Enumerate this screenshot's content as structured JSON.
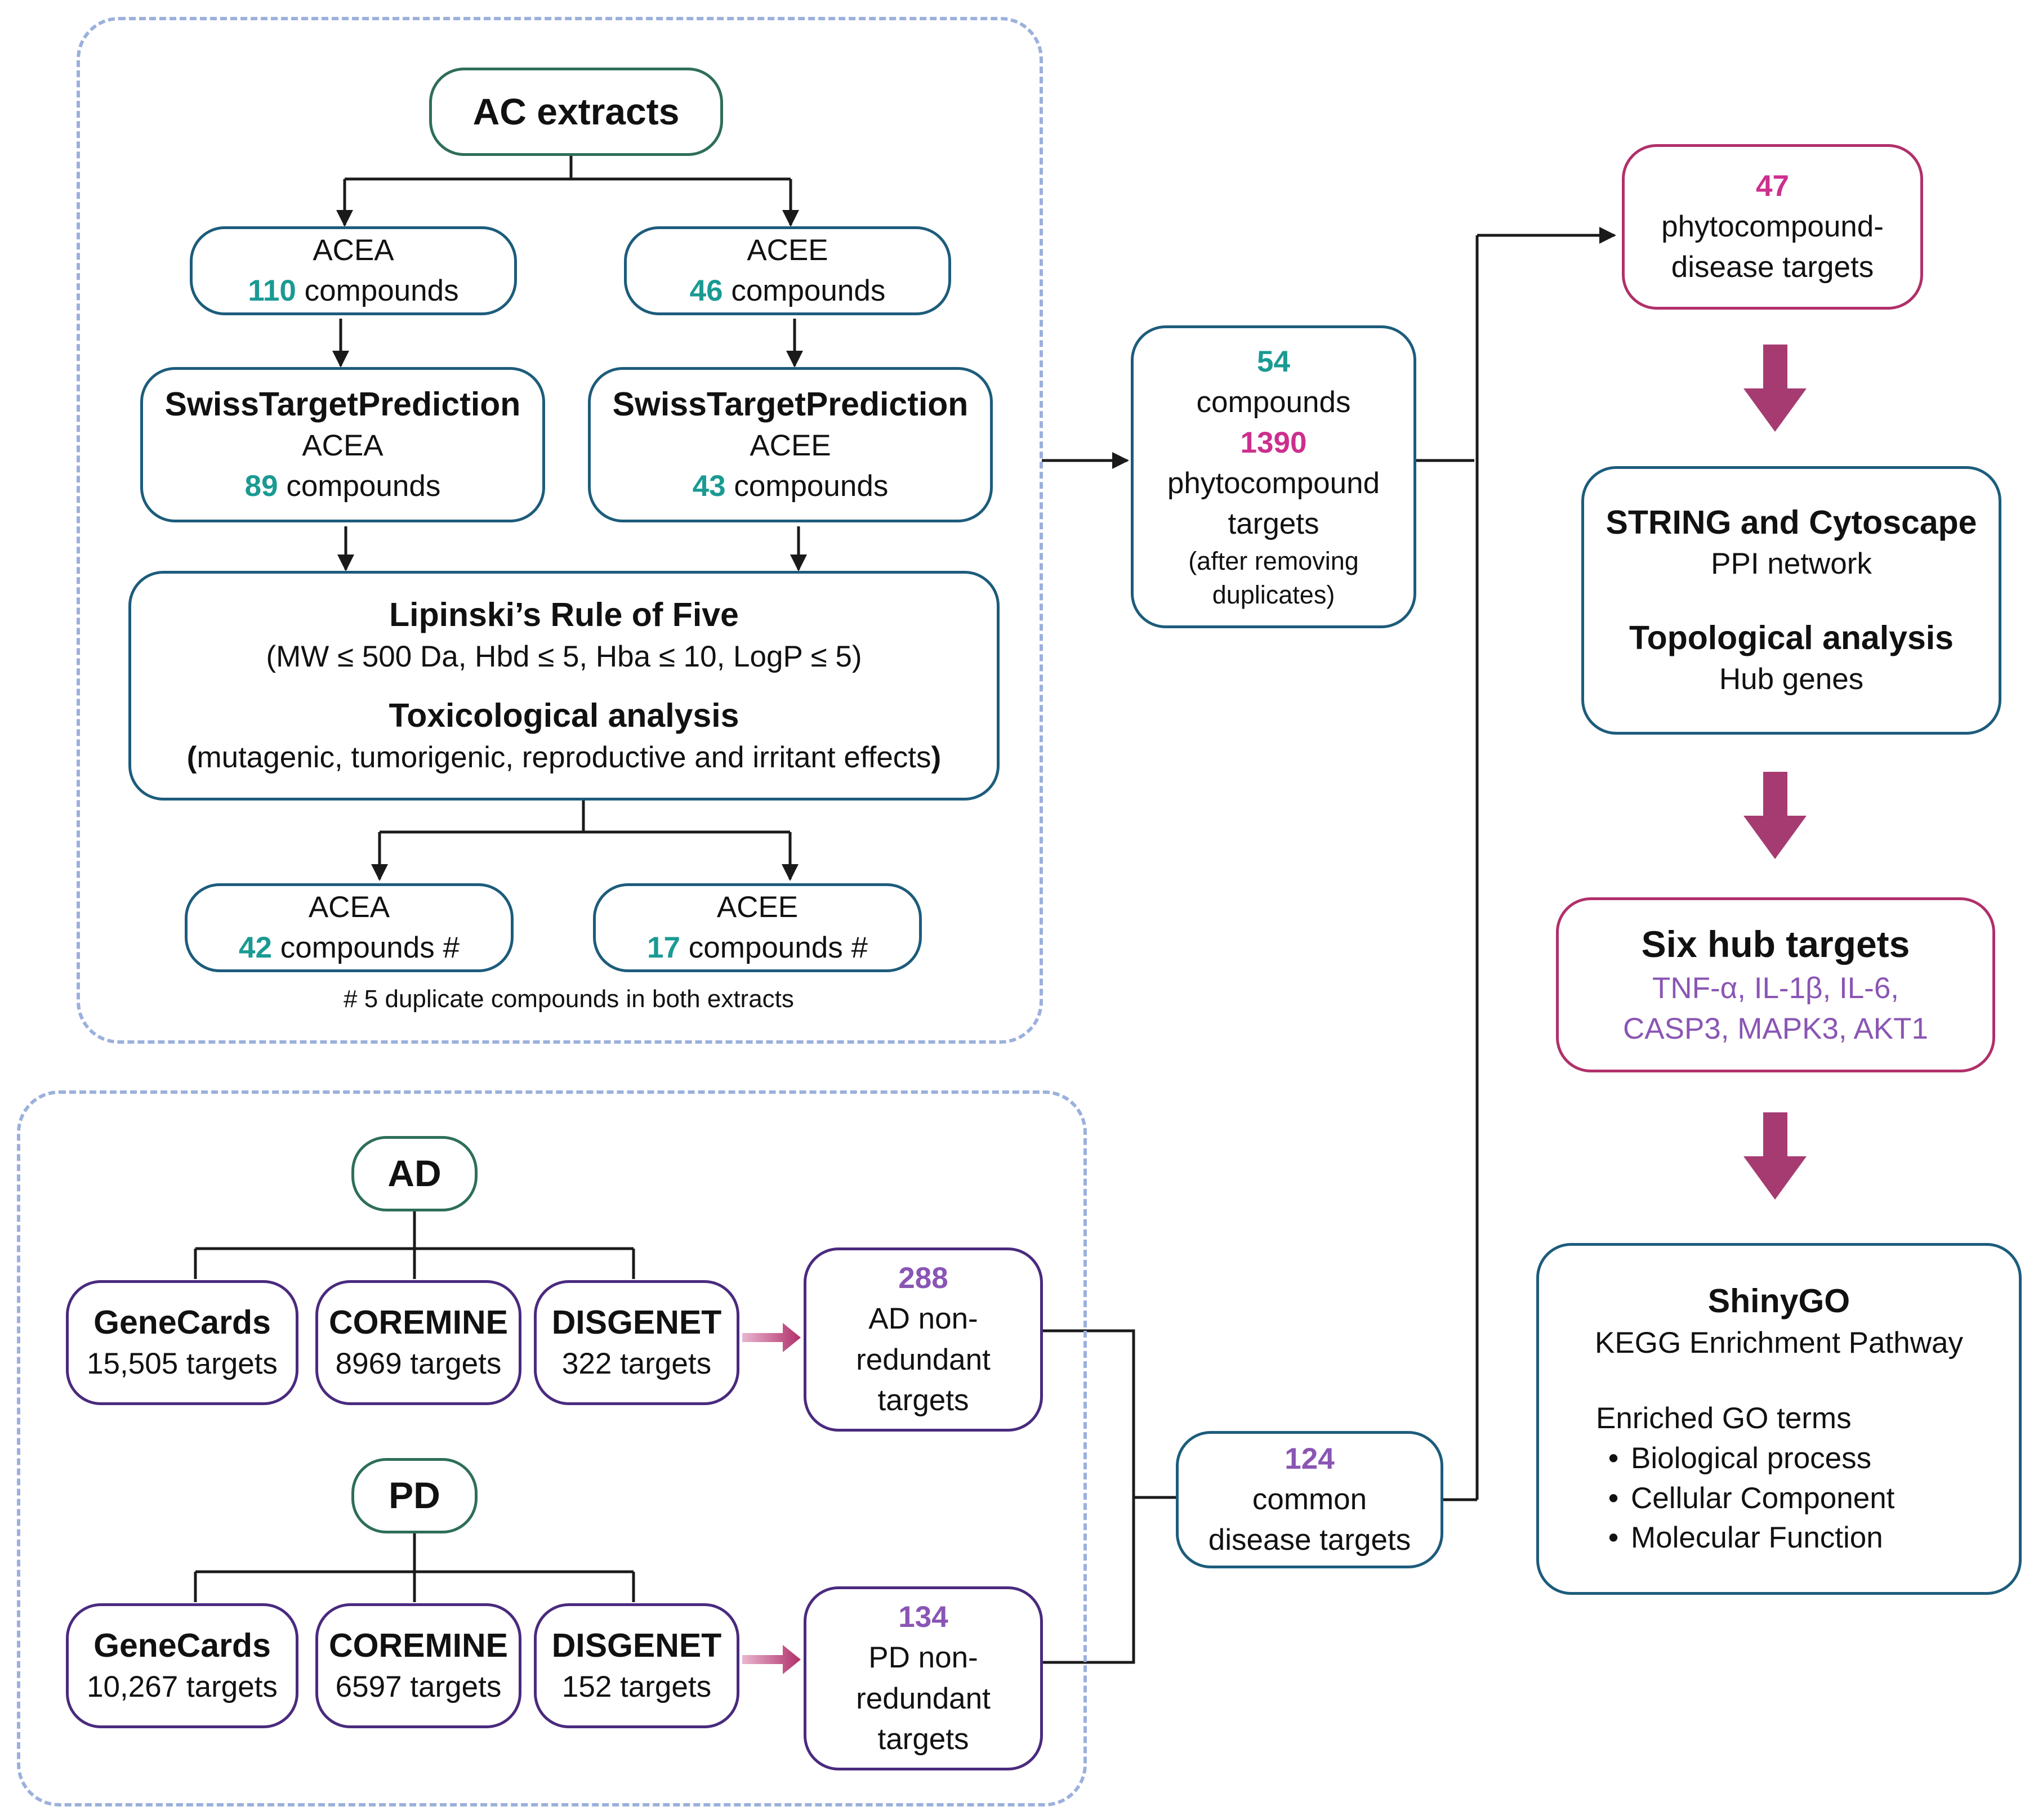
{
  "colors": {
    "teal_number": "#1a9a93",
    "magenta_number": "#cc2f8e",
    "purple_number": "#8a55b4",
    "dashed_group_border": "#9bb0dc",
    "connector": "#1a1a1a",
    "thick_arrow": "#a63b72"
  },
  "extraction": {
    "root": "AC extracts",
    "acea": {
      "name": "ACEA",
      "count": "110",
      "unit": "compounds"
    },
    "acee": {
      "name": "ACEE",
      "count": "46",
      "unit": "compounds"
    },
    "swiss_acea": {
      "title": "SwissTargetPrediction",
      "name": "ACEA",
      "count": "89",
      "unit": "compounds"
    },
    "swiss_acee": {
      "title": "SwissTargetPrediction",
      "name": "ACEE",
      "count": "43",
      "unit": "compounds"
    },
    "filter": {
      "lipinski_title": "Lipinski’s Rule of Five",
      "lipinski_criteria": "(MW ≤ 500 Da, Hbd ≤ 5, Hba ≤ 10, LogP ≤ 5)",
      "tox_title": "Toxicological analysis",
      "tox_open": "(",
      "tox_criteria": "mutagenic, tumorigenic, reproductive and irritant effects",
      "tox_close": ")"
    },
    "final_acea": {
      "name": "ACEA",
      "count": "42",
      "unit": "compounds #"
    },
    "final_acee": {
      "name": "ACEE",
      "count": "17",
      "unit": "compounds #"
    },
    "footnote": "# 5 duplicate compounds in both extracts"
  },
  "merged_compounds": {
    "compound_count": "54",
    "compound_label": "compounds",
    "target_count": "1390",
    "target_label_1": "phytocompound",
    "target_label_2": "targets",
    "note_1": "(after removing",
    "note_2": "duplicates)"
  },
  "disease": {
    "ad": {
      "label": "AD",
      "sources": [
        {
          "name": "GeneCards",
          "targets": "15,505 targets"
        },
        {
          "name": "COREMINE",
          "targets": "8969 targets"
        },
        {
          "name": "DISGENET",
          "targets": "322 targets"
        }
      ],
      "result_count": "288",
      "result_line_1": "AD non-",
      "result_line_2": "redundant",
      "result_line_3": "targets"
    },
    "pd": {
      "label": "PD",
      "sources": [
        {
          "name": "GeneCards",
          "targets": "10,267 targets"
        },
        {
          "name": "COREMINE",
          "targets": "6597 targets"
        },
        {
          "name": "DISGENET",
          "targets": "152 targets"
        }
      ],
      "result_count": "134",
      "result_line_1": "PD non-",
      "result_line_2": "redundant",
      "result_line_3": "targets"
    },
    "common": {
      "count": "124",
      "line_1": "common",
      "line_2": "disease targets"
    }
  },
  "pipeline": {
    "phyto_disease": {
      "count": "47",
      "line_1": "phytocompound-",
      "line_2": "disease targets"
    },
    "network": {
      "title_1": "STRING and Cytoscape",
      "sub_1": "PPI network",
      "title_2": "Topological analysis",
      "sub_2": "Hub genes"
    },
    "hubs": {
      "title": "Six hub targets",
      "genes_line_1": "TNF-α, IL-1β, IL-6,",
      "genes_line_2": "CASP3, MAPK3, AKT1"
    },
    "shinygo": {
      "title": "ShinyGO",
      "subtitle": "KEGG Enrichment Pathway",
      "go_heading": "Enriched GO terms",
      "go_terms": [
        "Biological process",
        "Cellular Component",
        "Molecular Function"
      ]
    }
  }
}
